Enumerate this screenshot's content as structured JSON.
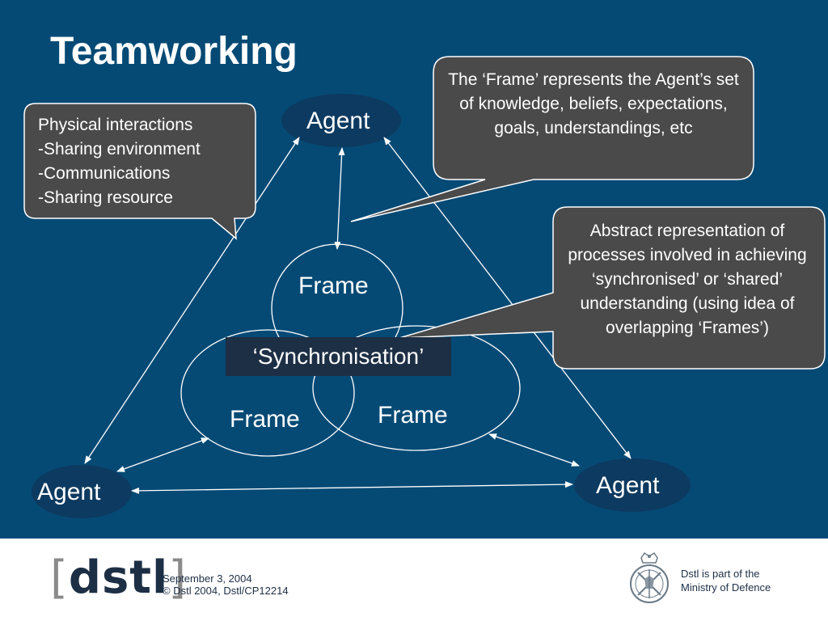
{
  "slide": {
    "title": "Teamworking",
    "agents": [
      "Agent",
      "Agent",
      "Agent"
    ],
    "frames": [
      "Frame",
      "Frame",
      "Frame"
    ],
    "synchronisation": "‘Synchronisation’",
    "callouts": {
      "physical": {
        "lines": [
          "Physical interactions",
          "-Sharing environment",
          "-Communications",
          "-Sharing resource"
        ]
      },
      "frame_definition": "The ‘Frame’ represents the Agent’s set of knowledge, beliefs, expectations, goals, understandings, etc",
      "abstract": "Abstract representation of processes involved in achieving ‘synchronised’ or ‘shared’ understanding (using idea of overlapping ‘Frames’)"
    }
  },
  "footer": {
    "logo_bracket_open": "[",
    "logo_text": "dstl",
    "logo_bracket_close": "]",
    "date": "September 3, 2004",
    "copyright": "© Dstl 2004, Dstl/CP12214",
    "mod_line1": "Dstl is part of the",
    "mod_line2": "Ministry of Defence"
  },
  "colors": {
    "background": "#054a75",
    "agent_ellipse": "#0d3a60",
    "callout_fill": "#4a4a4a",
    "sync_box": "#1d2f45",
    "logo": "#1d2f45"
  }
}
